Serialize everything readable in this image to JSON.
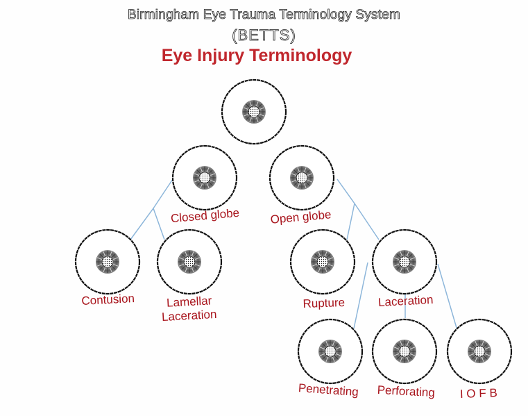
{
  "header": {
    "line1": "Birmingham Eye Trauma Terminology System",
    "line2": "(BETTS)",
    "title": "Eye Injury Terminology"
  },
  "colors": {
    "title_red": "#c0272d",
    "label_red": "#a8141c",
    "connector_blue": "#8db6da",
    "circle_outline": "#111111"
  },
  "tree": {
    "root": {
      "id": "eye-injury",
      "label": ""
    },
    "nodes": [
      {
        "id": "closed-globe",
        "label": [
          "Closed globe"
        ],
        "parent": "eye-injury"
      },
      {
        "id": "open-globe",
        "label": [
          "Open globe"
        ],
        "parent": "eye-injury"
      },
      {
        "id": "contusion",
        "label": [
          "Contusion"
        ],
        "parent": "closed-globe"
      },
      {
        "id": "lamellar-laceration",
        "label": [
          "Lamellar",
          "Laceration"
        ],
        "parent": "closed-globe"
      },
      {
        "id": "rupture",
        "label": [
          "Rupture"
        ],
        "parent": "open-globe"
      },
      {
        "id": "laceration",
        "label": [
          "Laceration"
        ],
        "parent": "open-globe"
      },
      {
        "id": "penetrating",
        "label": [
          "Penetrating"
        ],
        "parent": "laceration"
      },
      {
        "id": "perforating",
        "label": [
          "Perforating"
        ],
        "parent": "laceration"
      },
      {
        "id": "iofb",
        "label": [
          "I O F B"
        ],
        "parent": "laceration"
      }
    ]
  }
}
